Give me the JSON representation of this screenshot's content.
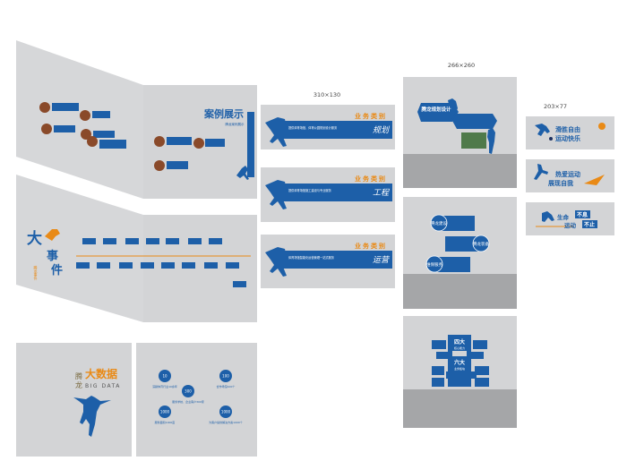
{
  "colors": {
    "wall": "#d4d5d7",
    "floor": "#a5a6a8",
    "blue": "#1d5fa8",
    "orange": "#e98a16",
    "white": "#ffffff"
  },
  "case_wall": {
    "title": "案例展示",
    "subtitle": "腾龙案例展示"
  },
  "events_wall": {
    "title_1": "大",
    "title_2": "事",
    "title_3": "件",
    "subtitle": "腾龙事件"
  },
  "bigdata": {
    "brand_1": "腾",
    "brand_2": "龙",
    "title": "大数据",
    "subtitle": "BIG DATA"
  },
  "stats": [
    {
      "value": "10",
      "label": "深耕体育行业10余年"
    },
    {
      "value": "100",
      "label": "合作场馆100个"
    },
    {
      "value": "300",
      "label": "服务学校、企业客户300家"
    },
    {
      "value": "1000",
      "label": "服务面积1000亩"
    },
    {
      "value": "1000",
      "label": "为客户提供解决方案1000个"
    }
  ],
  "business": {
    "size_label": "310×130",
    "heading": "业务类别",
    "items": [
      {
        "script": "规划",
        "text": "提供体育场馆、体育公园规划设计服务"
      },
      {
        "script": "工程",
        "text": "提供体育场馆施工建设与专业服务"
      },
      {
        "script": "运营",
        "text": "体育场馆智能化运营管理一站式服务"
      }
    ]
  },
  "big_panels": {
    "size_label": "266×260",
    "p1": {
      "badge": "腾龙规划设计"
    },
    "p2": {
      "items": [
        "腾龙建设",
        "腾龙装备",
        "维保服务"
      ]
    },
    "p3": {
      "center_top": "四大",
      "center_top_sub": "核心能力",
      "center_bottom": "六大",
      "center_bottom_sub": "业务板块"
    }
  },
  "slogans": {
    "size_label": "203×77",
    "s1": {
      "line1": "滑胜自由",
      "line2": "运动快乐"
    },
    "s2": {
      "line1": "热爱运动",
      "line2": "展现自我"
    },
    "s3": {
      "line1": "生命",
      "line2": "运动",
      "tag1": "不息",
      "tag2": "不止"
    }
  }
}
